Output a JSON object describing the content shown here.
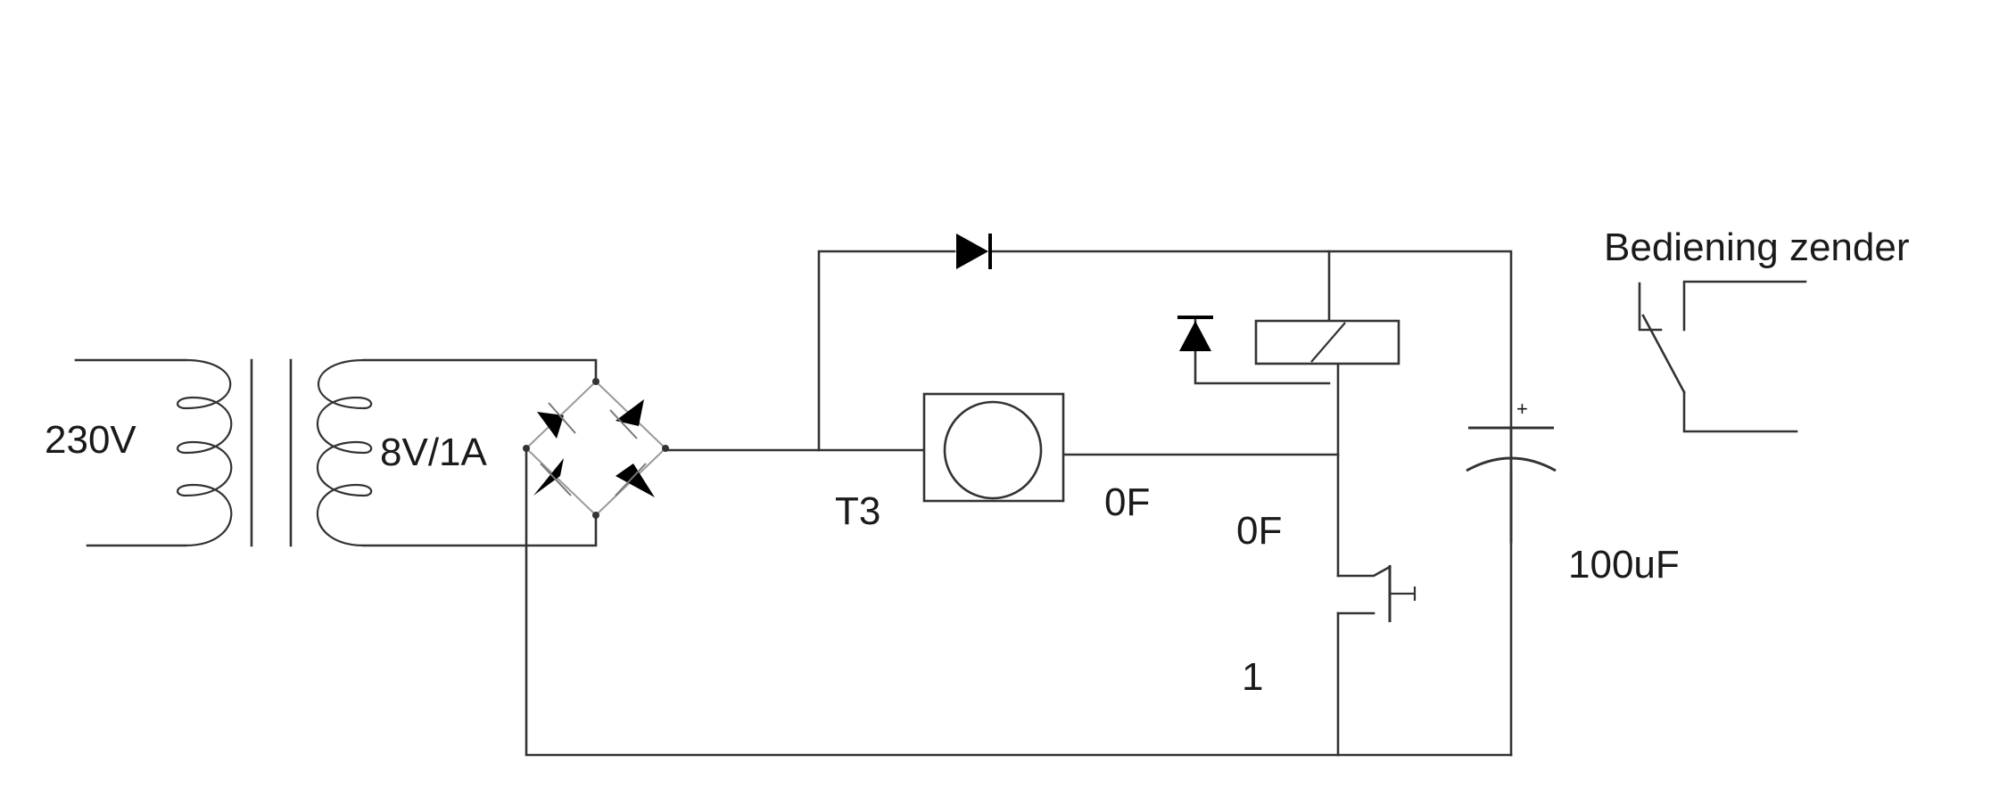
{
  "labels": {
    "primary_voltage": "230V",
    "secondary_rating": "8V/1A",
    "fuse_label": "T3",
    "lamp_label": "0F",
    "relay_label": "0F",
    "button_label": "1",
    "capacitor_value": "100uF",
    "switch_title": "Bediening zender",
    "capacitor_polarity": "+"
  }
}
